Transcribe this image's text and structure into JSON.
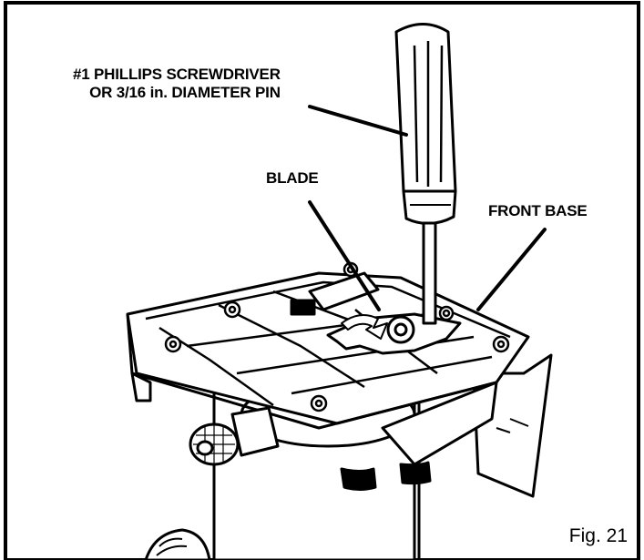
{
  "callouts": {
    "screwdriver_line1": "#1 PHILLIPS SCREWDRIVER",
    "screwdriver_line2": "OR 3/16 in. DIAMETER PIN",
    "blade": "BLADE",
    "front_base": "FRONT BASE"
  },
  "figure_label": "Fig. 21",
  "colors": {
    "ink": "#000000",
    "paper": "#ffffff",
    "shade": "#d9d9d9"
  }
}
